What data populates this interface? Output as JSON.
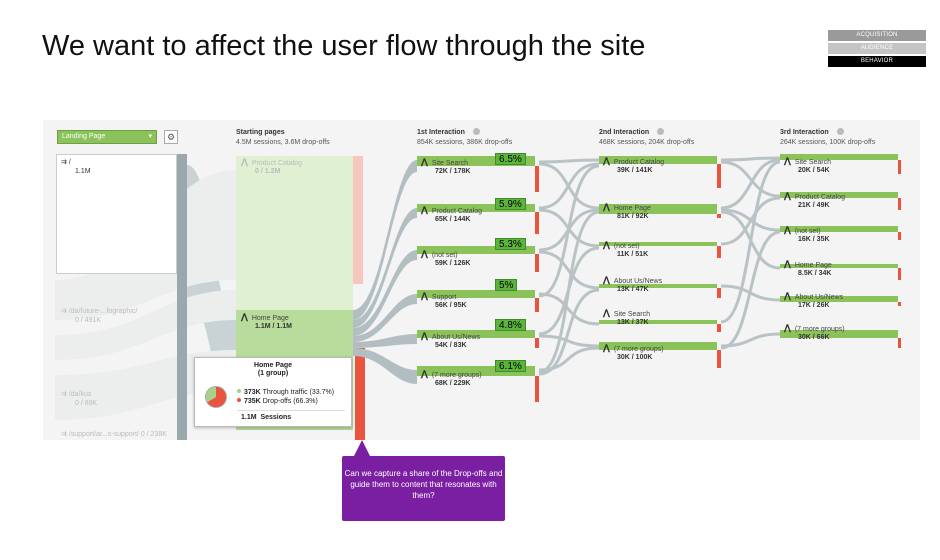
{
  "slide": {
    "title": "We want to affect the user flow through the site"
  },
  "legend": {
    "items": [
      "ACQUISITION",
      "AUDIENCE",
      "BEHAVIOR"
    ],
    "colors": [
      "#9a9a9a",
      "#c4c4c4",
      "#000000"
    ]
  },
  "toolbar": {
    "dimension_select": "Landing Page",
    "settings_icon": "gear-icon"
  },
  "columns": {
    "starting": {
      "title": "Starting pages",
      "sub": "4.5M sessions, 3.6M drop-offs"
    },
    "first": {
      "title": "1st Interaction",
      "sub": "854K sessions, 386K drop-offs"
    },
    "second": {
      "title": "2nd Interaction",
      "sub": "468K sessions, 204K drop-offs"
    },
    "third": {
      "title": "3rd Interaction",
      "sub": "264K sessions, 100K drop-offs"
    }
  },
  "landing_pages": [
    {
      "name": "/",
      "value": "1.1M"
    },
    {
      "name": "/da/future-...fographic/",
      "value": "0 / 491K"
    },
    {
      "name": "/da/kus",
      "value": "0 / 89K"
    },
    {
      "name": "/support/ar...s-support/",
      "value": "0 / 238K"
    }
  ],
  "starting_nodes": [
    {
      "name": "Product Catalog",
      "value": "0 / 1.2M"
    },
    {
      "name": "Home Page",
      "value": "1.1M / 1.1M"
    }
  ],
  "first_nodes": [
    {
      "name": "Site Search",
      "value": "72K / 178K",
      "pct": "6.5%"
    },
    {
      "name": "Product Catalog",
      "value": "65K / 144K",
      "pct": "5.9%"
    },
    {
      "name": "(not set)",
      "value": "59K / 126K",
      "pct": "5.3%"
    },
    {
      "name": "Support",
      "value": "56K / 95K",
      "pct": "5%"
    },
    {
      "name": "About Us/News",
      "value": "54K / 83K",
      "pct": "4.8%"
    },
    {
      "name": "(7 more groups)",
      "value": "68K / 229K",
      "pct": "6.1%"
    }
  ],
  "second_nodes": [
    {
      "name": "Product Catalog",
      "value": "39K / 141K"
    },
    {
      "name": "Home Page",
      "value": "81K / 92K"
    },
    {
      "name": "(not set)",
      "value": "11K / 51K"
    },
    {
      "name": "About Us/News",
      "value": "13K / 47K"
    },
    {
      "name": "Site Search",
      "value": "13K / 37K"
    },
    {
      "name": "(7 more groups)",
      "value": "30K / 100K"
    }
  ],
  "third_nodes": [
    {
      "name": "Site Search",
      "value": "20K / 54K"
    },
    {
      "name": "Product Catalog",
      "value": "21K / 49K"
    },
    {
      "name": "(not set)",
      "value": "16K / 35K"
    },
    {
      "name": "Home Page",
      "value": "8.5K / 34K"
    },
    {
      "name": "About Us/News",
      "value": "17K / 26K"
    },
    {
      "name": "(7 more groups)",
      "value": "30K / 66K"
    }
  ],
  "tooltip": {
    "title": "Home Page",
    "subtitle": "(1 group)",
    "through_value": "373K",
    "through_label": "Through traffic (33.7%)",
    "dropoff_value": "735K",
    "dropoff_label": "Drop-offs (66.3%)",
    "sessions_value": "1.1M",
    "sessions_label": "Sessions"
  },
  "callout": {
    "text": "Can we capture a share of the Drop-offs and guide them to content that resonates with them?"
  },
  "colors": {
    "node_green": "#8bc35a",
    "node_green_light": "#d6eac6",
    "dropoff_red": "#e9543e",
    "flow_gray": "#b3bec2",
    "callout_purple": "#7b1fa2"
  }
}
